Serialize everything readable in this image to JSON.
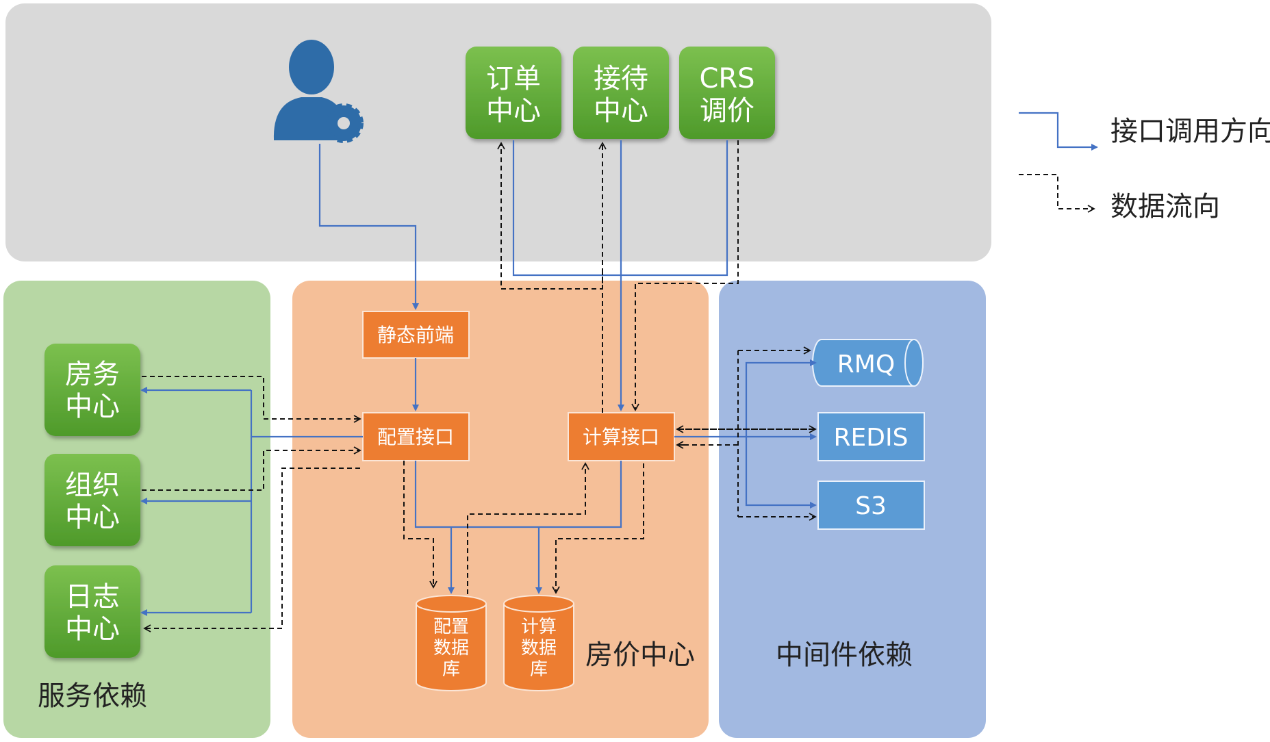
{
  "zones": {
    "service": "服务依赖",
    "room_price": "房价中心",
    "middleware": "中间件依赖"
  },
  "clients": [
    {
      "line1": "订单",
      "line2": "中心"
    },
    {
      "line1": "接待",
      "line2": "中心"
    },
    {
      "line1": "CRS",
      "line2": "调价"
    }
  ],
  "services": [
    {
      "line1": "房务",
      "line2": "中心"
    },
    {
      "line1": "组织",
      "line2": "中心"
    },
    {
      "line1": "日志",
      "line2": "中心"
    }
  ],
  "components": {
    "static_frontend": "静态前端",
    "config_api": "配置接口",
    "compute_api": "计算接口"
  },
  "databases": [
    {
      "line1": "配置",
      "line2": "数据",
      "line3": "库"
    },
    {
      "line1": "计算",
      "line2": "数据",
      "line3": "库"
    }
  ],
  "middleware": {
    "rmq": "RMQ",
    "redis": "REDIS",
    "s3": "S3"
  },
  "legend": {
    "call": "接口调用方向",
    "flow": "数据流向"
  },
  "icons": {
    "admin": "user-gear-icon"
  },
  "colors": {
    "top_zone": "#d9d9d9",
    "service_zone": "#b7d7a4",
    "price_zone": "#f5bf98",
    "middleware_zone": "#a2b9e1",
    "green_box": "#5fa83a",
    "orange_box": "#ed7d31",
    "blue_box": "#5b9bd5",
    "call_line": "#4472c4",
    "user_icon": "#2e6ca8"
  }
}
